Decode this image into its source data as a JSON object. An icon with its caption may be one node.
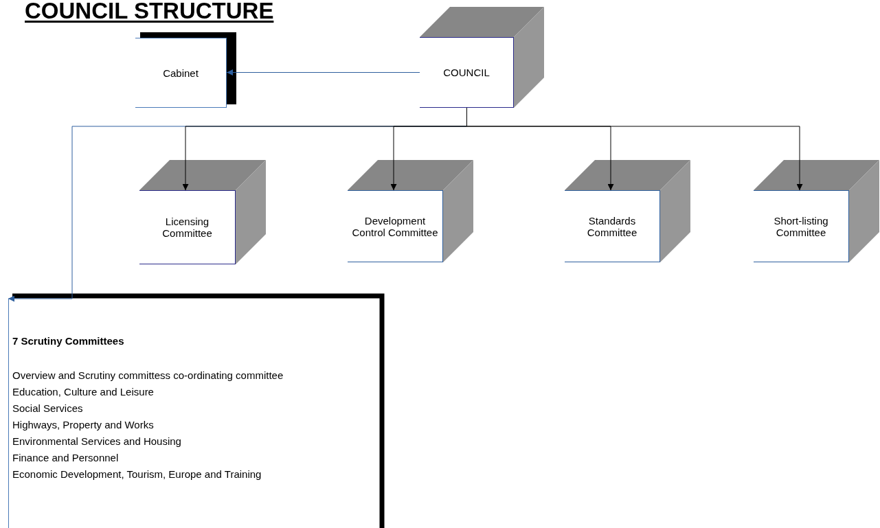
{
  "diagram": {
    "title": "COUNCIL STRUCTURE",
    "nodes": [
      {
        "text": [
          "Cabinet"
        ]
      },
      {
        "text": [
          "COUNCIL"
        ]
      },
      {
        "text": [
          "Licensing Committee"
        ]
      },
      {
        "text": [
          "Development Control Committee"
        ]
      },
      {
        "text": [
          "Standards Committee"
        ]
      },
      {
        "text": [
          "Short-listing Committee"
        ]
      },
      {
        "text": [
          "7 Scrutiny Committees",
          "Overview and Scrutiny committess co-ordinating committee",
          "Education, Culture and Leisure",
          "Social Services",
          "Highways, Property and Works",
          "Environmental Services and Housing",
          "Finance and Personnel",
          "Economic Development, Tourism, Europe and Training"
        ]
      }
    ],
    "edges": [
      {
        "from": 1,
        "to": 0,
        "arrow": "to",
        "color": "#2e5f9e"
      },
      {
        "from": 1,
        "to": 2,
        "arrow": "to"
      },
      {
        "from": 1,
        "to": 3,
        "arrow": "to"
      },
      {
        "from": 1,
        "to": 4,
        "arrow": "to"
      },
      {
        "from": 1,
        "to": 5,
        "arrow": "to"
      },
      {
        "from": 1,
        "to": 6,
        "arrow": "to",
        "color": "#2e5f9e"
      }
    ]
  }
}
